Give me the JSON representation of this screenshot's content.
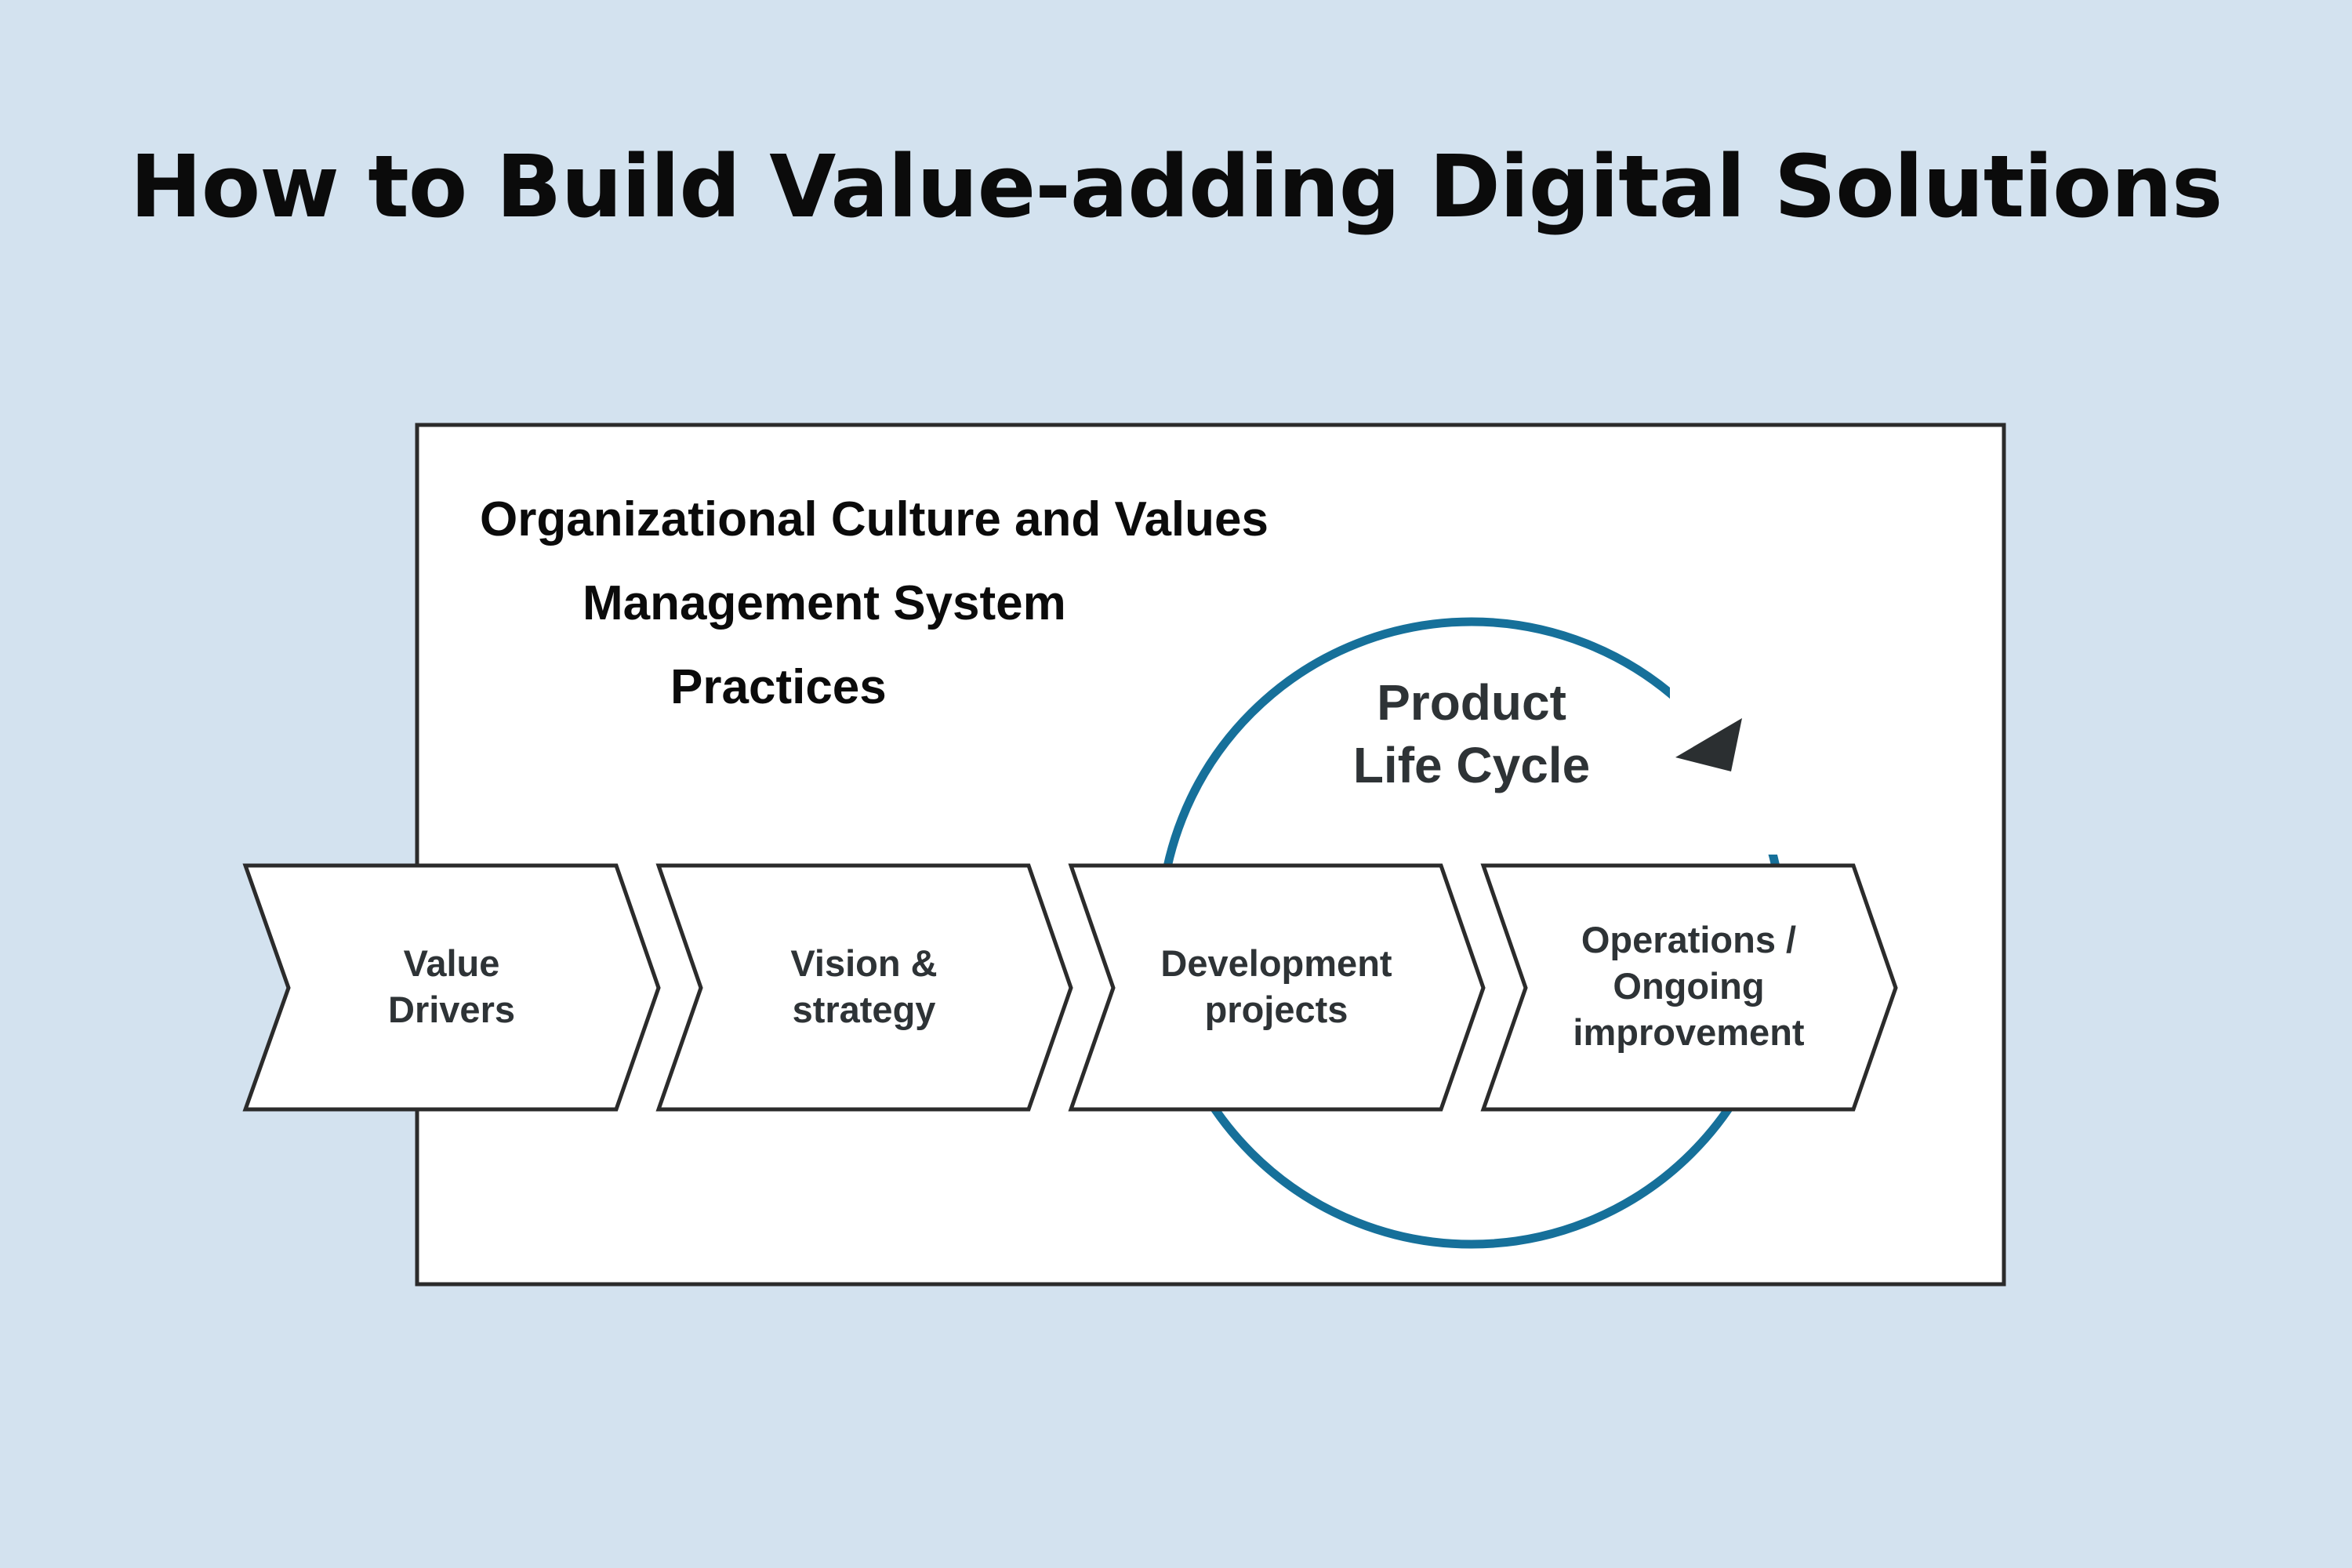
{
  "title": "How to Build Value-adding Digital Solutions",
  "context_layers": [
    "Organizational Culture and Values",
    "Management System",
    "Practices"
  ],
  "cycle": {
    "label_lines": [
      "Product",
      "Life Cycle"
    ]
  },
  "steps": [
    {
      "lines": [
        "Value",
        "Drivers"
      ]
    },
    {
      "lines": [
        "Vision &",
        "strategy"
      ]
    },
    {
      "lines": [
        "Development",
        "projects"
      ]
    },
    {
      "lines": [
        "Operations /",
        "Ongoing",
        "improvement"
      ]
    }
  ],
  "colors": {
    "background": "#d3e2ef",
    "box_fill": "#ffffff",
    "outline": "#2b2b2b",
    "cycle_arc": "#16709a",
    "arrowhead": "#2b2f31"
  }
}
